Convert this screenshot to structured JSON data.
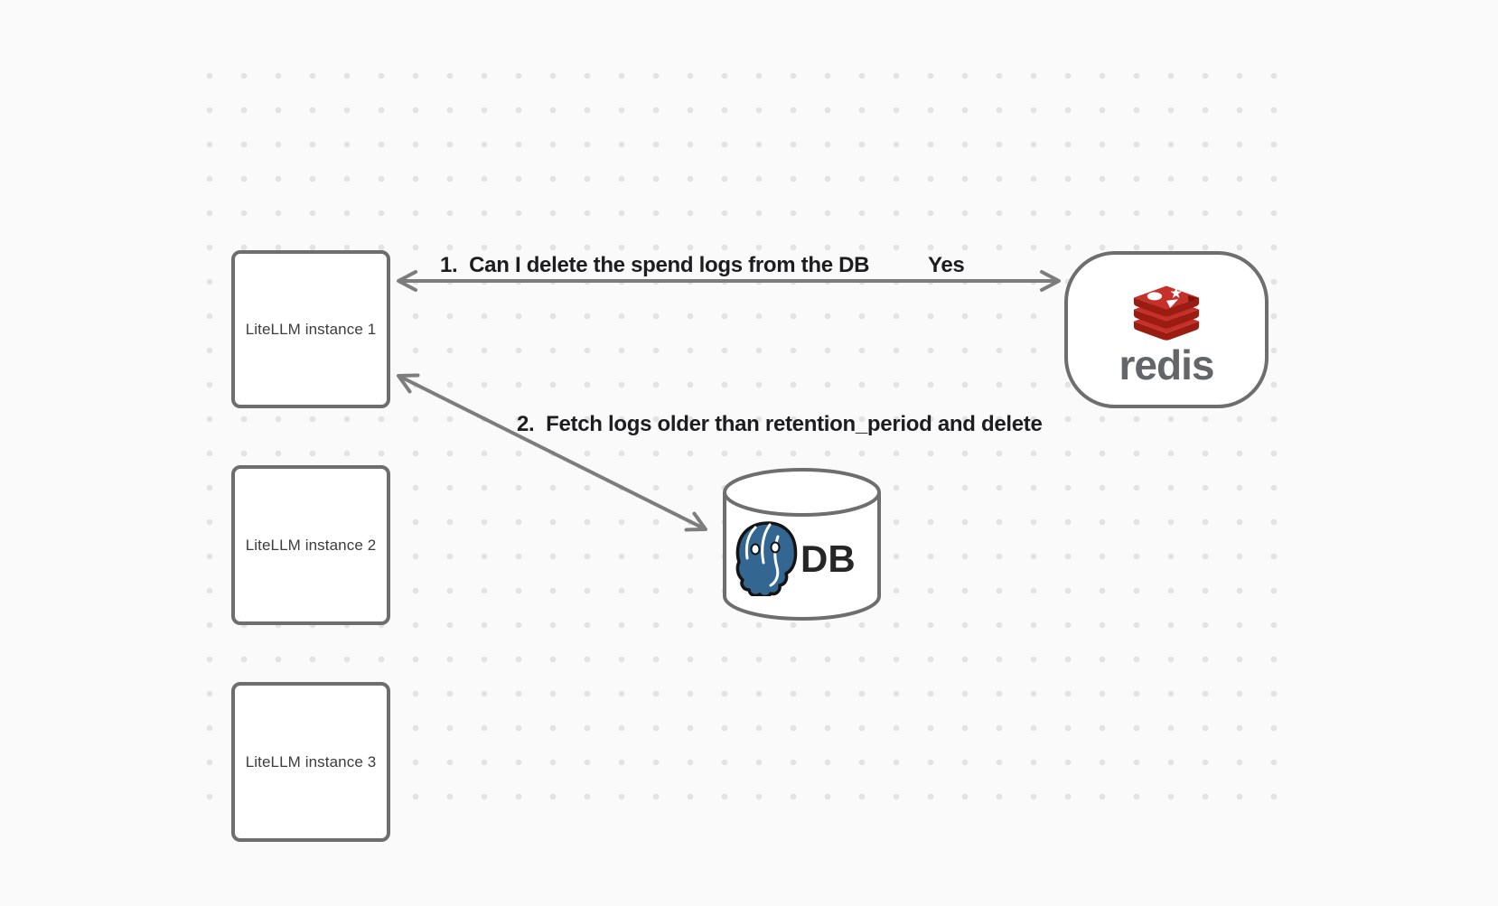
{
  "canvas": {
    "background_color": "#fafafa",
    "dot_color": "#e3e3e6"
  },
  "nodes": {
    "instance1": {
      "label": "LiteLLM instance 1"
    },
    "instance2": {
      "label": "LiteLLM instance 2"
    },
    "instance3": {
      "label": "LiteLLM instance 3"
    },
    "redis": {
      "label": "redis"
    },
    "db": {
      "label": "DB"
    }
  },
  "edges": {
    "edge1": {
      "label": "1.  Can I delete the spend logs from the DB",
      "response": "Yes"
    },
    "edge2": {
      "label": "2.  Fetch logs older than retention_period and delete"
    }
  },
  "colors": {
    "node_border": "#6e6e6e",
    "arrow": "#7d7d7d",
    "annotation_text": "#1d1d1f",
    "redis_red": "#c6302b",
    "redis_dark_red": "#9b1d12",
    "redis_wordmark_gray": "#636569",
    "postgres_blue": "#336791"
  }
}
